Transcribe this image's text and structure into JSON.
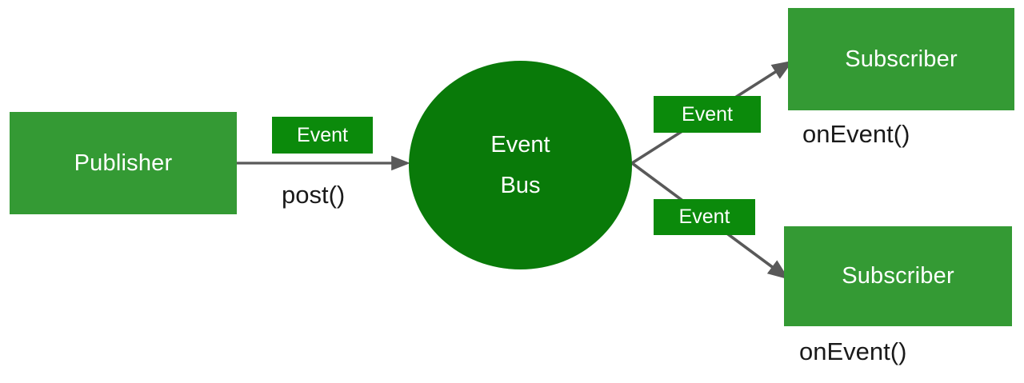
{
  "diagram": {
    "title": "Event Bus publish/subscribe diagram",
    "colors": {
      "node_green": "#349A34",
      "chip_green": "#0B8A0B",
      "bus_green": "#097A09",
      "arrow_gray": "#595959",
      "node_text": "#FFFFFF",
      "caption_text": "#1A1A1A",
      "background": "#FFFFFF"
    },
    "nodes": {
      "publisher": {
        "label": "Publisher"
      },
      "event_bus": {
        "label_line1": "Event",
        "label_line2": "Bus"
      },
      "subscriber_top": {
        "label": "Subscriber"
      },
      "subscriber_bottom": {
        "label": "Subscriber"
      }
    },
    "chips": {
      "publish_event": {
        "label": "Event"
      },
      "deliver_event_top": {
        "label": "Event"
      },
      "deliver_event_bottom": {
        "label": "Event"
      }
    },
    "captions": {
      "post": "post()",
      "on_event_top": "onEvent()",
      "on_event_bottom": "onEvent()"
    },
    "edges": [
      {
        "name": "publisher-to-bus",
        "from": "publisher",
        "to": "event_bus",
        "style": "arrow",
        "label": "post()"
      },
      {
        "name": "bus-to-subscriber-top",
        "from": "event_bus",
        "to": "subscriber_top",
        "style": "arrow",
        "label": "Event"
      },
      {
        "name": "bus-to-subscriber-bottom",
        "from": "event_bus",
        "to": "subscriber_bottom",
        "style": "arrow",
        "label": "Event"
      }
    ]
  }
}
